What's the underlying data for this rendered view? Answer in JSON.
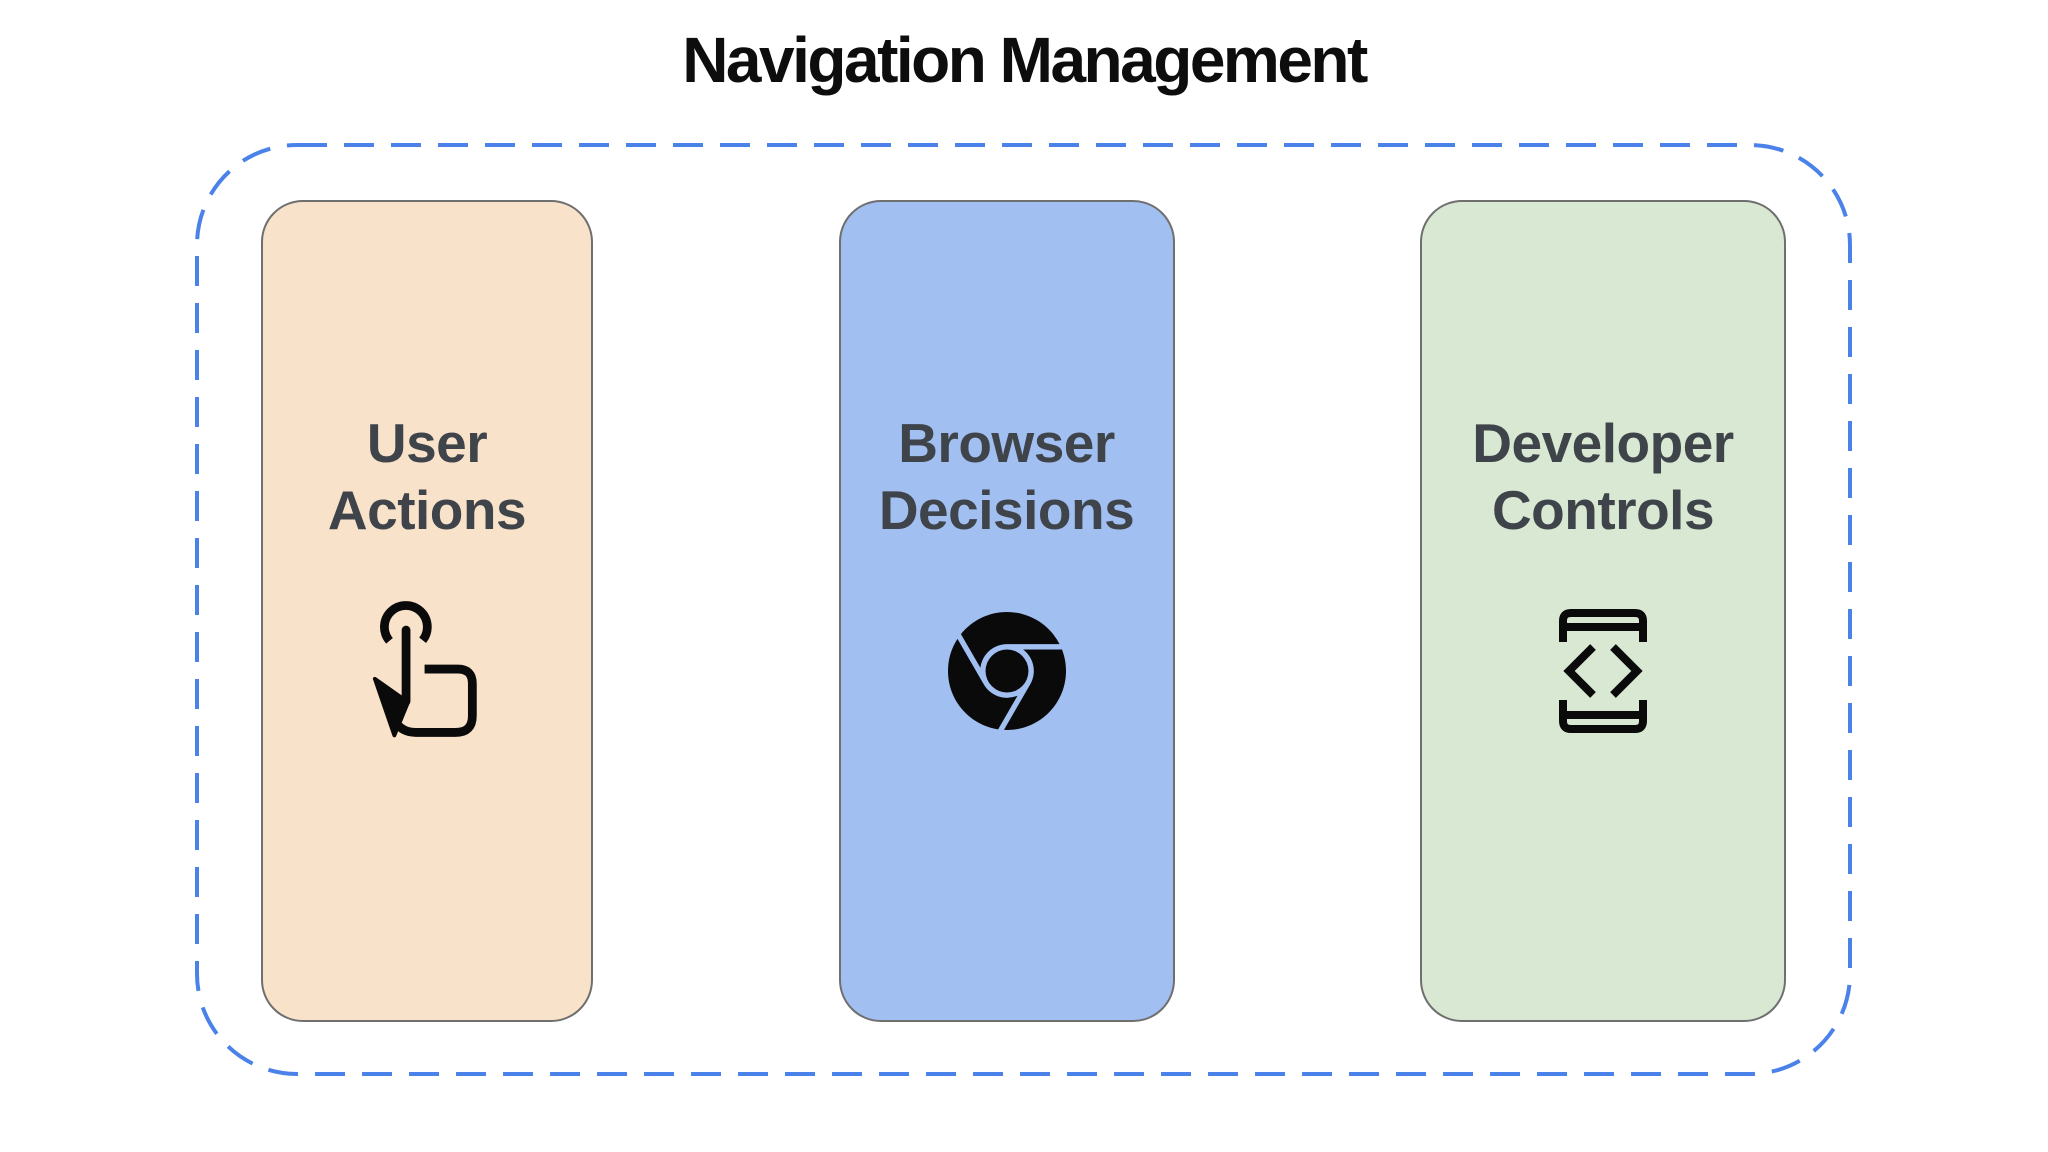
{
  "title": "Navigation Management",
  "colors": {
    "accent_blue": "#4A82EA",
    "card_border": "#6F6F6F",
    "title_text": "#0D0D0D",
    "heading_text": "#3E4449",
    "icon_color": "#0A0A0A"
  },
  "diagram": {
    "frame": {
      "style": "dashed"
    },
    "cards": [
      {
        "label": "User\nActions",
        "icon": "tap-gesture-icon",
        "bg": "#F9E2CA"
      },
      {
        "label": "Browser\nDecisions",
        "icon": "chrome-icon",
        "bg": "#A2BFF1"
      },
      {
        "label": "Developer\nControls",
        "icon": "developer-mode-icon",
        "bg": "#D8E8D3"
      }
    ]
  }
}
